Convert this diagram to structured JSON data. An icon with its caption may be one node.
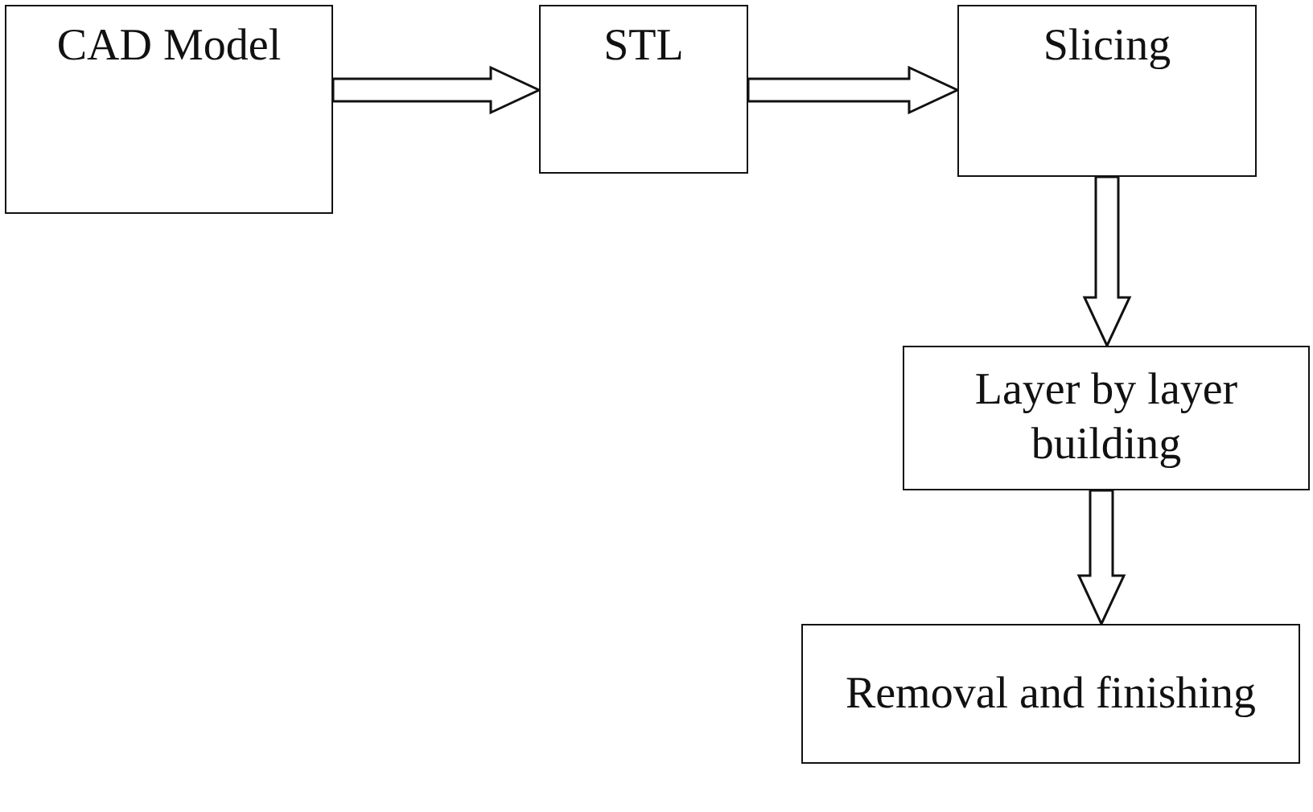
{
  "diagram": {
    "nodes": [
      {
        "text": [
          "CAD Model"
        ]
      },
      {
        "text": [
          "STL"
        ]
      },
      {
        "text": [
          "Slicing"
        ]
      },
      {
        "text": [
          "Layer by layer building"
        ]
      },
      {
        "text": [
          "Removal and finishing"
        ]
      }
    ],
    "edges": [
      {
        "from": 0,
        "to": 1,
        "arrow": "to"
      },
      {
        "from": 1,
        "to": 2,
        "arrow": "to"
      },
      {
        "from": 2,
        "to": 3,
        "arrow": "to"
      },
      {
        "from": 3,
        "to": 4,
        "arrow": "to"
      }
    ]
  }
}
